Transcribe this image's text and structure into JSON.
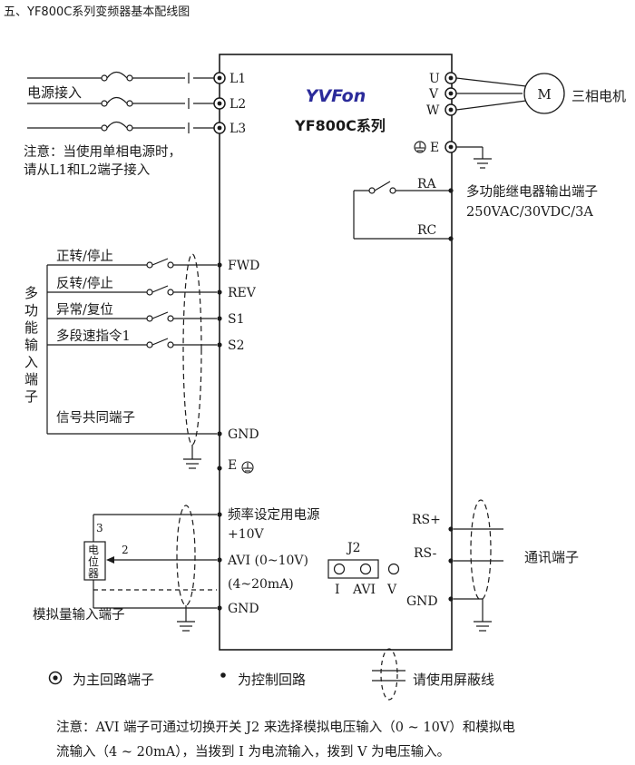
{
  "heading": "五、YF800C系列变频器基本配线图",
  "brand": {
    "logo": "YVFon",
    "model": "YF800C系列"
  },
  "power_input": {
    "label": "电源接入",
    "terminals": [
      "L1",
      "L2",
      "L3"
    ],
    "note_line1": "注意：当使用单相电源时，",
    "note_line2": "请从L1和L2端子接入"
  },
  "motor": {
    "terminals": [
      "U",
      "V",
      "W"
    ],
    "symbol": "M",
    "label": "三相电机"
  },
  "ground_terminal": "E",
  "relay": {
    "terminals": [
      "RA",
      "RC"
    ],
    "label_line1": "多功能继电器输出端子",
    "label_line2": "250VAC/30VDC/3A"
  },
  "digital_inputs": {
    "side_label": [
      "多",
      "功",
      "能",
      "输",
      "入",
      "端",
      "子"
    ],
    "inputs": [
      {
        "label": "正转/停止",
        "terminal": "FWD"
      },
      {
        "label": "反转/停止",
        "terminal": "REV"
      },
      {
        "label": "异常/复位",
        "terminal": "S1"
      },
      {
        "label": "多段速指令1",
        "terminal": "S2"
      }
    ],
    "common_label": "信号共同端子",
    "common_terminal": "GND",
    "earth_terminal": "E"
  },
  "analog_inputs": {
    "supply_line1": "频率设定用电源",
    "supply_line2": "+10V",
    "avi": "AVI (0~10V)",
    "current": "(4~20mA)",
    "gnd": "GND",
    "pot_chars": [
      "电",
      "位",
      "器"
    ],
    "pin_3": "3",
    "pin_2": "2",
    "label": "模拟量输入端子"
  },
  "jumper": {
    "name": "J2",
    "positions": [
      "I",
      "AVI",
      "V"
    ]
  },
  "comms": {
    "terminals": [
      "RS+",
      "RS-",
      "GND"
    ],
    "label": "通讯端子"
  },
  "legend": {
    "main_circuit": "为主回路端子",
    "control_circuit": "为控制回路",
    "shielded": "请使用屏蔽线"
  },
  "footnote": {
    "line1": "注意：AVI 端子可通过切换开关 J2 来选择模拟电压输入（0 ~ 10V）和模拟电",
    "line2": "流输入（4 ~ 20mA），当拨到 I 为电流输入，拨到 V 为电压输入。"
  }
}
